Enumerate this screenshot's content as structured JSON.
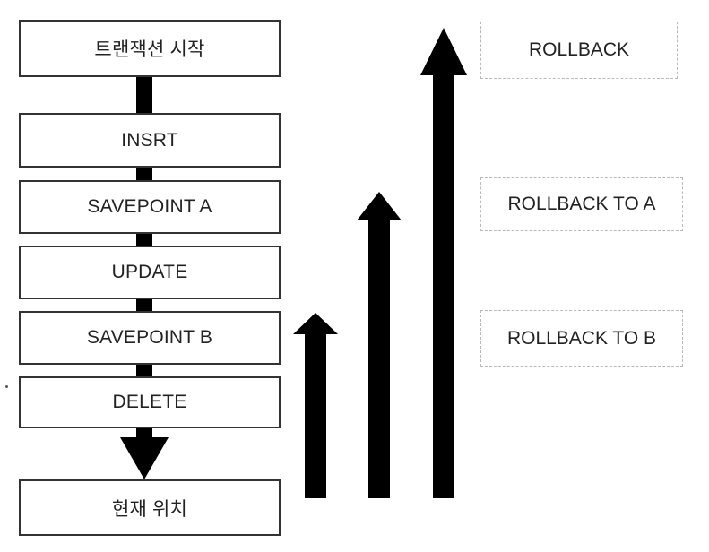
{
  "flow": {
    "steps": [
      {
        "id": "start",
        "label": "트랜잭션 시작"
      },
      {
        "id": "insert",
        "label": "INSRT"
      },
      {
        "id": "savepoint-a",
        "label": "SAVEPOINT A"
      },
      {
        "id": "update",
        "label": "UPDATE"
      },
      {
        "id": "savepoint-b",
        "label": "SAVEPOINT B"
      },
      {
        "id": "delete",
        "label": "DELETE"
      },
      {
        "id": "current",
        "label": "현재 위치"
      }
    ]
  },
  "rollbacks": [
    {
      "label": "ROLLBACK",
      "target": "start"
    },
    {
      "label": "ROLLBACK TO A",
      "target": "savepoint-a"
    },
    {
      "label": "ROLLBACK TO B",
      "target": "savepoint-b"
    }
  ],
  "colors": {
    "arrow": "#000000",
    "box_border": "#333333",
    "dashed_border": "#b8b8b8"
  }
}
